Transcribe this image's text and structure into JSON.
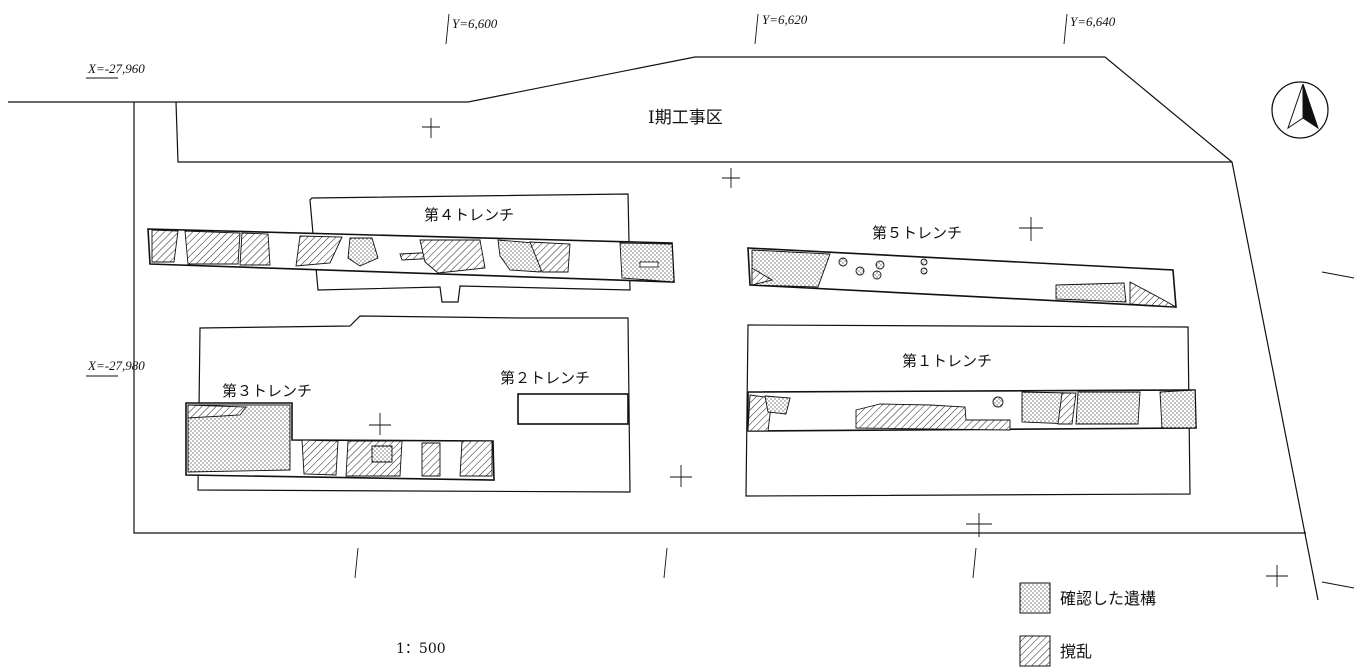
{
  "grid": {
    "y_labels": [
      "Y=6,600",
      "Y=6,620",
      "Y=6,640"
    ],
    "x_labels": [
      "X=-27,960",
      "X=-27,980"
    ]
  },
  "district_label": "Ⅰ期工事区",
  "trenches": [
    {
      "id": "trench-1",
      "label": "第１トレンチ"
    },
    {
      "id": "trench-2",
      "label": "第２トレンチ"
    },
    {
      "id": "trench-3",
      "label": "第３トレンチ"
    },
    {
      "id": "trench-4",
      "label": "第４トレンチ"
    },
    {
      "id": "trench-5",
      "label": "第５トレンチ"
    }
  ],
  "scale": "1：500",
  "legend": [
    {
      "pattern": "dots",
      "label": "確認した遺構"
    },
    {
      "pattern": "hatch",
      "label": "撹乱"
    }
  ],
  "north_arrow": "north-arrow-icon"
}
